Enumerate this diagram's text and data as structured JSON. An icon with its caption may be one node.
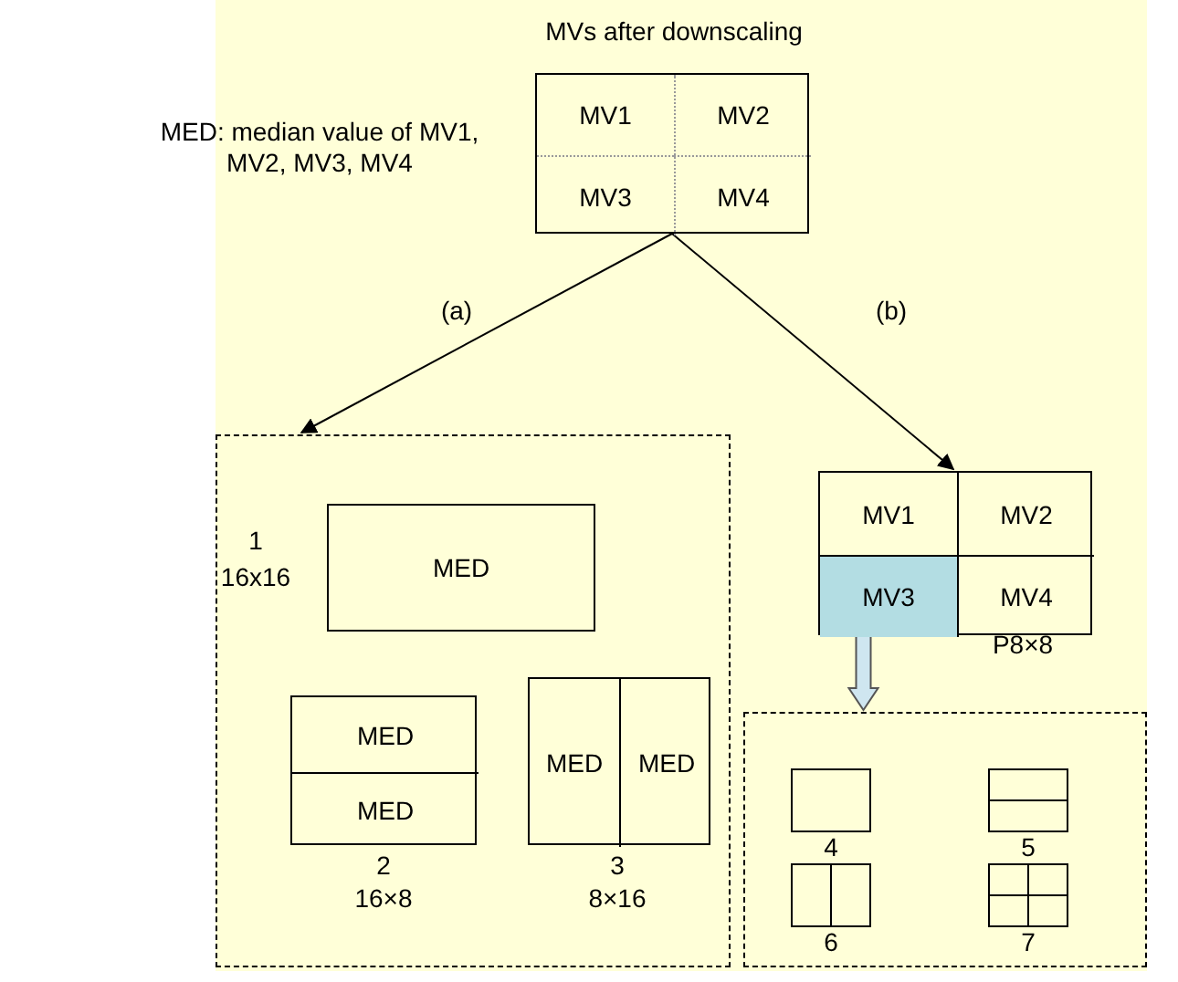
{
  "diagram": {
    "nodes": [
      {
        "text": [
          "MVs after downscaling"
        ]
      },
      {
        "text": [
          "MV1"
        ],
        "in": 0
      },
      {
        "text": [
          "MV2"
        ],
        "in": 0
      },
      {
        "text": [
          "MV3"
        ],
        "in": 0
      },
      {
        "text": [
          "MV4"
        ],
        "in": 0
      },
      {
        "text": [],
        "shape": "box"
      },
      {
        "text": [
          "MED"
        ],
        "in": 5,
        "beside": [
          "1",
          "16x16"
        ]
      },
      {
        "text": [],
        "shape": "box",
        "in": 5,
        "beside": [
          "2",
          "16×8"
        ]
      },
      {
        "text": [
          "MED"
        ],
        "in": 7
      },
      {
        "text": [
          "MED"
        ],
        "in": 7
      },
      {
        "text": [],
        "shape": "box",
        "in": 5,
        "beside": [
          "3",
          "8×16"
        ]
      },
      {
        "text": [
          "MED"
        ],
        "in": 10
      },
      {
        "text": [
          "MED"
        ],
        "in": 10
      },
      {
        "text": [],
        "shape": "box",
        "beside": [
          "P8×8"
        ]
      },
      {
        "text": [
          "MV1"
        ],
        "in": 13
      },
      {
        "text": [
          "MV2"
        ],
        "in": 13
      },
      {
        "text": [
          "MV3"
        ],
        "in": 13
      },
      {
        "text": [
          "MV4"
        ],
        "in": 13
      },
      {
        "text": [],
        "shape": "box"
      },
      {
        "text": [],
        "shape": "box",
        "in": 18,
        "beside": [
          "4"
        ]
      },
      {
        "text": [],
        "shape": "box",
        "in": 18,
        "beside": [
          "5"
        ]
      },
      {
        "text": [],
        "shape": "box",
        "in": 18,
        "beside": [
          "6"
        ]
      },
      {
        "text": [],
        "shape": "box",
        "in": 18,
        "beside": [
          "7"
        ]
      }
    ],
    "edges": [
      {
        "from": 0,
        "to": 5,
        "arrow": "to",
        "label": "(a)"
      },
      {
        "from": 0,
        "to": 13,
        "arrow": "to",
        "label": "(b)"
      },
      {
        "from": 16,
        "to": 18,
        "arrow": "to",
        "style": "thick"
      }
    ],
    "labels": [
      "MED: median value of MV1, MV2, MV3, MV4"
    ]
  }
}
